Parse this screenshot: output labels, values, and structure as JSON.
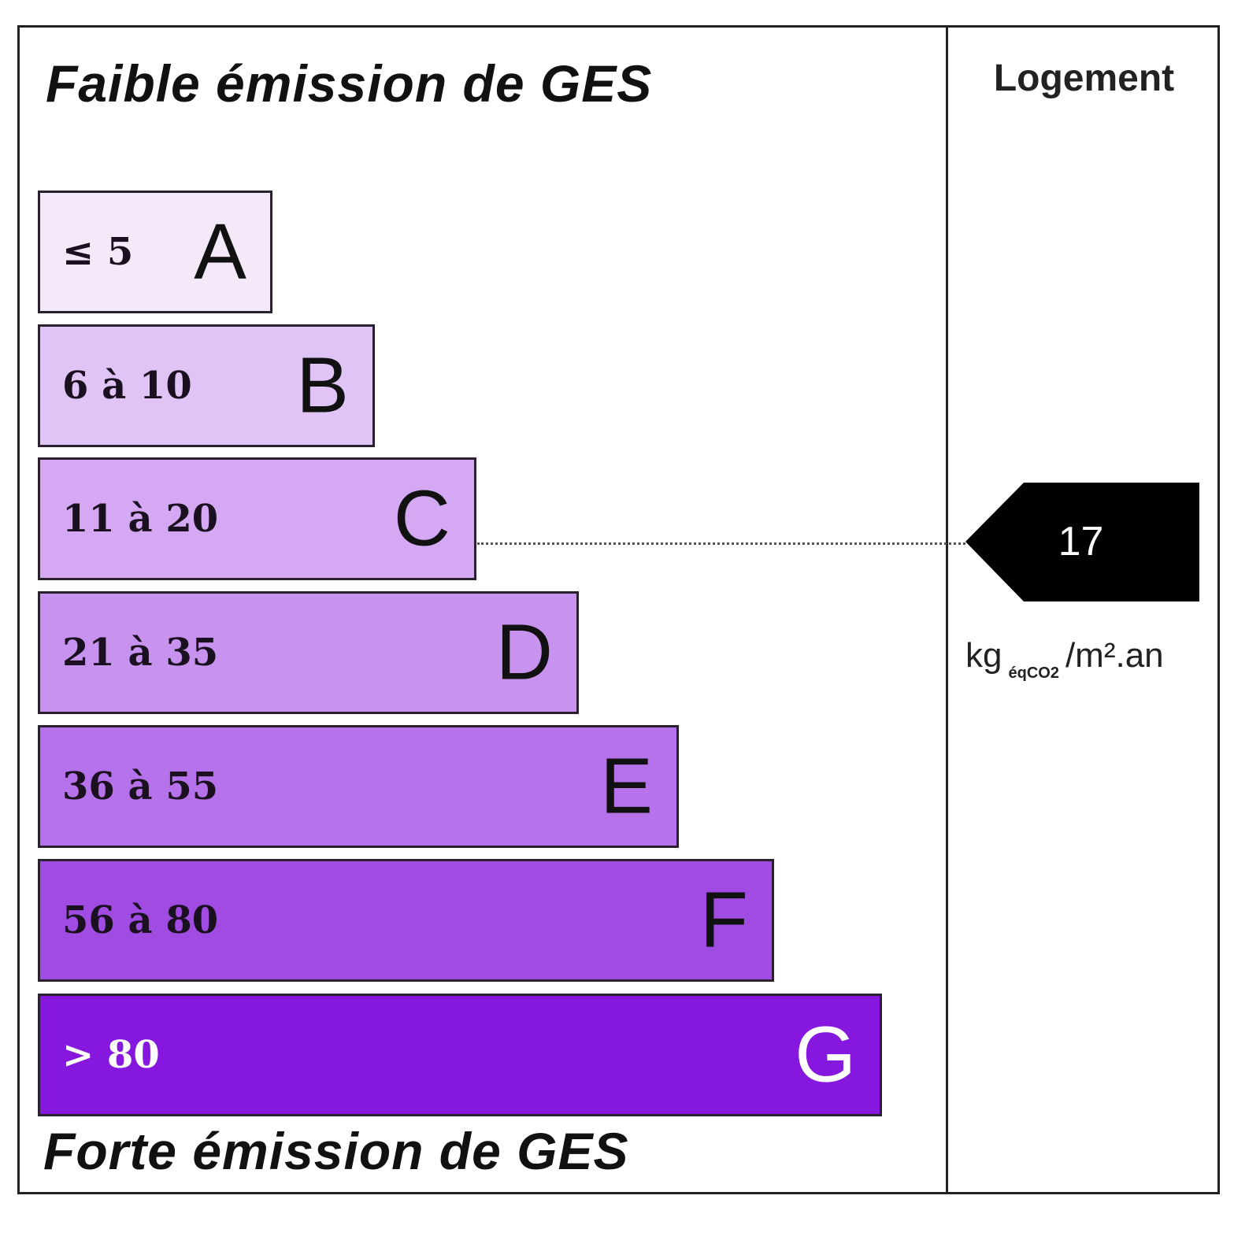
{
  "top_label": "Faible émission de GES",
  "bottom_label": "Forte émission de GES",
  "column_title": "Logement",
  "classes": [
    {
      "range": "≤ 5",
      "letter": "A",
      "color": "#f3e9f9",
      "text_color": "#1a1020"
    },
    {
      "range": "6 à 10",
      "letter": "B",
      "color": "#e1c4f6",
      "text_color": "#1a1020"
    },
    {
      "range": "11 à 20",
      "letter": "C",
      "color": "#d4a8f3",
      "text_color": "#1a1020"
    },
    {
      "range": "21 à 35",
      "letter": "D",
      "color": "#c892ef",
      "text_color": "#1a1020"
    },
    {
      "range": "36 à 55",
      "letter": "E",
      "color": "#b672ea",
      "text_color": "#1a1020"
    },
    {
      "range": "56 à 80",
      "letter": "F",
      "color": "#a04ce3",
      "text_color": "#1a1020"
    },
    {
      "range": "> 80",
      "letter": "G",
      "color": "#8517df",
      "text_color": "#ffffff"
    }
  ],
  "indicator": {
    "value": "17",
    "class": "C"
  },
  "unit": {
    "main": "kg",
    "sub": "éqCO2",
    "suffix": "/m².an"
  }
}
